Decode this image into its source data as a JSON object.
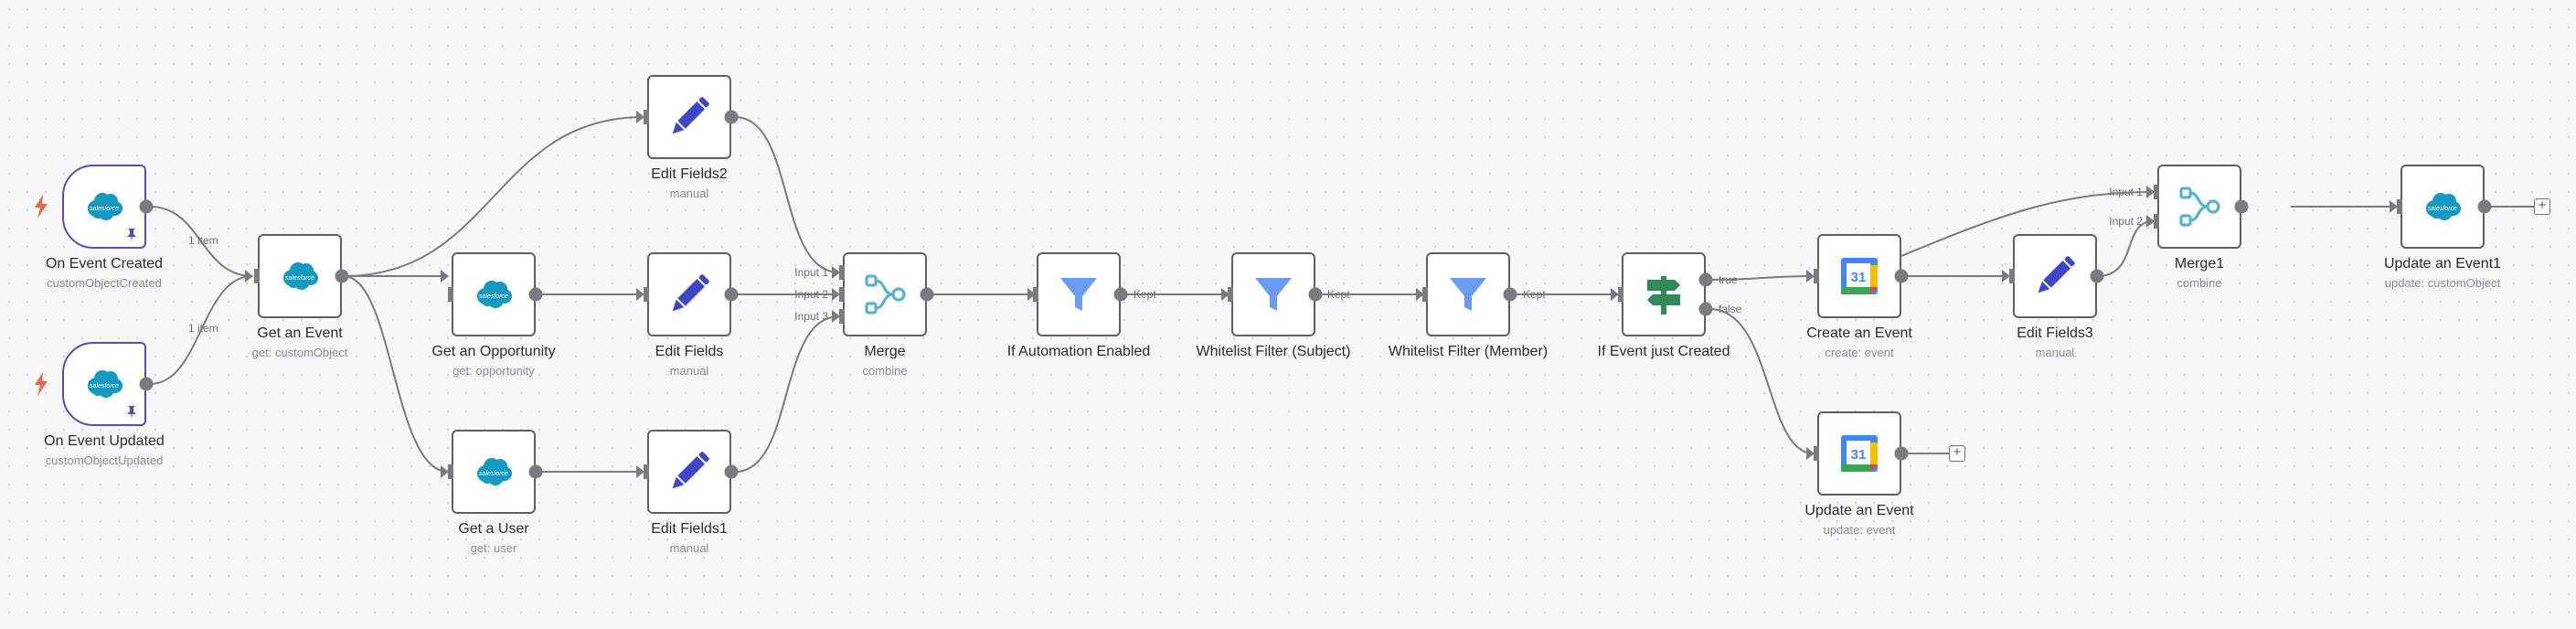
{
  "canvas": {
    "background": "#f7f7f9"
  },
  "colors": {
    "edge": "#7a7a80",
    "node_border": "#5f5f66",
    "trigger_border": "#5b4cb4",
    "salesforce": "#1798c1",
    "edit": "#3f47c8",
    "filter": "#6a9bf0",
    "merge": "#5ab0cf",
    "switch": "#2e8b57"
  },
  "nodes": [
    {
      "id": "on_event_created",
      "label": "On Event Created",
      "sub": "customObjectCreated",
      "icon": "salesforce-icon",
      "trigger": true,
      "pinned": true
    },
    {
      "id": "on_event_updated",
      "label": "On Event Updated",
      "sub": "customObjectUpdated",
      "icon": "salesforce-icon",
      "trigger": true,
      "pinned": true
    },
    {
      "id": "get_an_event",
      "label": "Get an Event",
      "sub": "get: customObject",
      "icon": "salesforce-icon"
    },
    {
      "id": "get_an_opportunity",
      "label": "Get an Opportunity",
      "sub": "get: opportunity",
      "icon": "salesforce-icon"
    },
    {
      "id": "get_a_user",
      "label": "Get a User",
      "sub": "get: user",
      "icon": "salesforce-icon"
    },
    {
      "id": "edit_fields2",
      "label": "Edit Fields2",
      "sub": "manual",
      "icon": "pencil-icon"
    },
    {
      "id": "edit_fields",
      "label": "Edit Fields",
      "sub": "manual",
      "icon": "pencil-icon"
    },
    {
      "id": "edit_fields1",
      "label": "Edit Fields1",
      "sub": "manual",
      "icon": "pencil-icon"
    },
    {
      "id": "merge",
      "label": "Merge",
      "sub": "combine",
      "icon": "merge-icon"
    },
    {
      "id": "if_automation_enabled",
      "label": "If Automation Enabled",
      "sub": "",
      "icon": "filter-icon"
    },
    {
      "id": "whitelist_subject",
      "label": "Whitelist Filter (Subject)",
      "sub": "",
      "icon": "filter-icon"
    },
    {
      "id": "whitelist_member",
      "label": "Whitelist Filter (Member)",
      "sub": "",
      "icon": "filter-icon"
    },
    {
      "id": "if_event_just_created",
      "label": "If Event just Created",
      "sub": "",
      "icon": "signpost-icon"
    },
    {
      "id": "create_an_event",
      "label": "Create an Event",
      "sub": "create: event",
      "icon": "google-calendar-icon"
    },
    {
      "id": "update_an_event",
      "label": "Update an Event",
      "sub": "update: event",
      "icon": "google-calendar-icon"
    },
    {
      "id": "edit_fields3",
      "label": "Edit Fields3",
      "sub": "manual",
      "icon": "pencil-icon"
    },
    {
      "id": "merge1",
      "label": "Merge1",
      "sub": "combine",
      "icon": "merge-icon"
    },
    {
      "id": "update_an_event1",
      "label": "Update an Event1",
      "sub": "update: customObject",
      "icon": "salesforce-icon"
    }
  ],
  "edge_labels": {
    "one_item": "1 item",
    "kept": "Kept",
    "true": "true",
    "false": "false"
  },
  "input_labels": {
    "input1": "Input 1",
    "input2": "Input 2",
    "input3": "Input 3"
  },
  "calendar_day": "31",
  "salesforce_text": "salesforce",
  "add_button": "+"
}
